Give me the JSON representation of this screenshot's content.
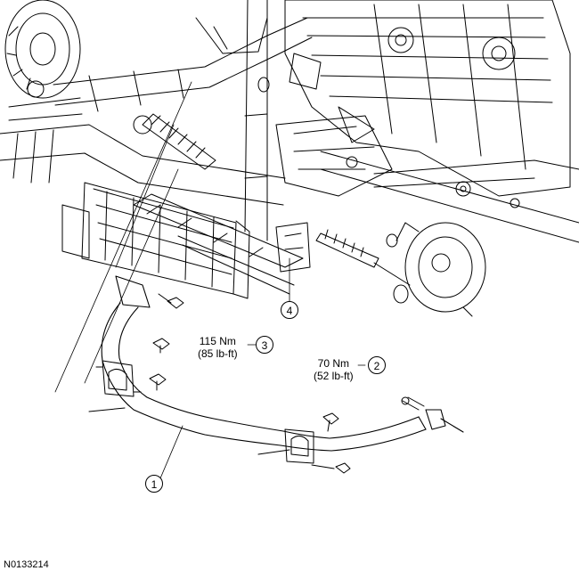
{
  "callouts": {
    "c1": "1",
    "c2": "2",
    "c3": "3",
    "c4": "4"
  },
  "torques": {
    "t3": {
      "nm": "115 Nm",
      "lbft": "(85 lb-ft)"
    },
    "t2": {
      "nm": "70 Nm",
      "lbft": "(52 lb-ft)"
    }
  },
  "figure_id": "N0133214"
}
